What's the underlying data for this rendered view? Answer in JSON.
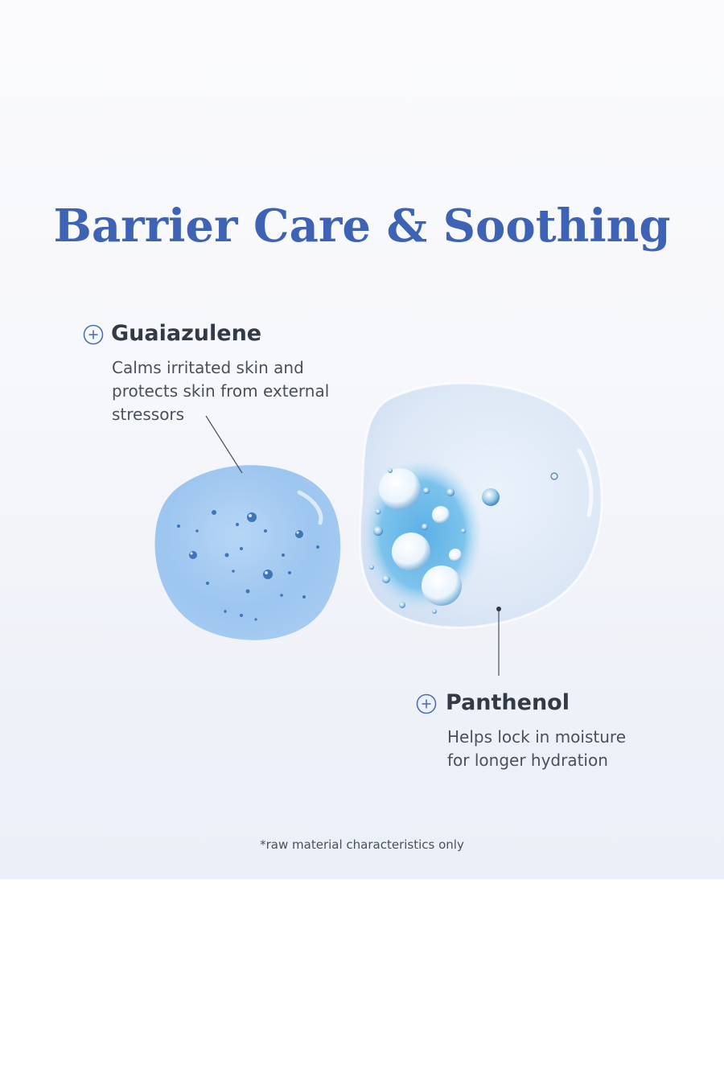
{
  "title": "Barrier Care & Soothing",
  "ingredients": [
    {
      "name": "Guaiazulene",
      "description": "Calms irritated skin and\nprotects skin from external\nstressors"
    },
    {
      "name": "Panthenol",
      "description": "Helps lock in moisture\nfor longer hydration"
    }
  ],
  "footnote": "*raw material characteristics only",
  "icons": {
    "ingredient_marker": "plus-circle-icon"
  },
  "colors": {
    "title": "#3f63b4",
    "accent_icon": "#4b6fb8",
    "text": "#333a45",
    "blue_drop": "#9ec6ef",
    "clear_drop": "#e3edf8"
  }
}
